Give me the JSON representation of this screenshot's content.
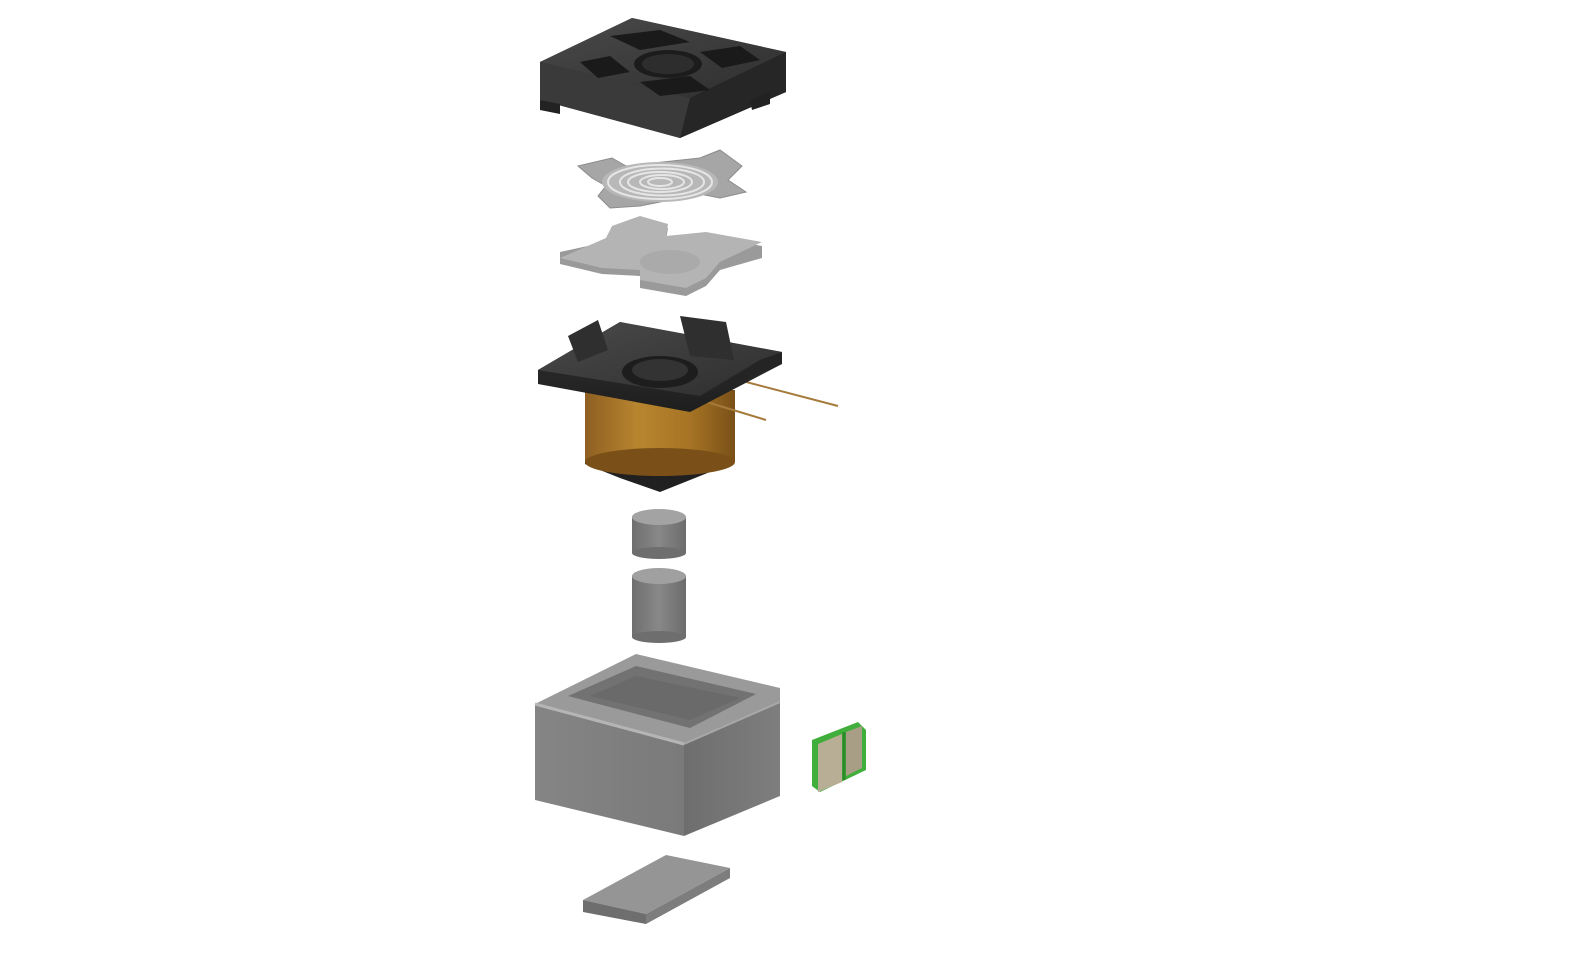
{
  "diagram": {
    "kind": "exploded-assembly",
    "components": [
      {
        "id": "top-cover",
        "icon": "square-frame-icon"
      },
      {
        "id": "spiral-spring",
        "icon": "spiral-icon"
      },
      {
        "id": "cross-plate",
        "icon": "cross-icon"
      },
      {
        "id": "coil-bobbin",
        "icon": "coil-icon"
      },
      {
        "id": "short-cylinder",
        "icon": "cylinder-icon"
      },
      {
        "id": "tall-cylinder",
        "icon": "cylinder-icon"
      },
      {
        "id": "housing",
        "icon": "box-icon"
      },
      {
        "id": "bottom-plate",
        "icon": "plate-icon"
      },
      {
        "id": "side-contact",
        "icon": "contact-icon"
      }
    ],
    "colors": {
      "plastic": "#3a3a3a",
      "metal": "#8a8a8a",
      "metal_light": "#a8a8a8",
      "copper": "#b07a2a",
      "contact_green": "#3fae3a",
      "contact_face": "#b8ae96"
    }
  }
}
